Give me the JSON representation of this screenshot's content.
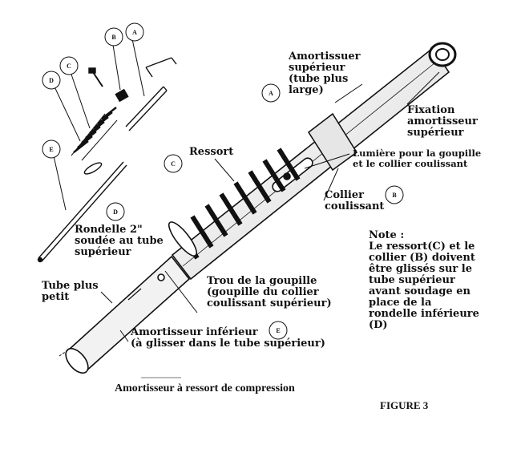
{
  "figure_label": "FIGURE 3",
  "caption": "Amortisseur à ressort de compression",
  "callouts": {
    "a": "A",
    "b": "B",
    "c": "C",
    "d": "D",
    "e": "E"
  },
  "labels": {
    "amortisseur_superieur": "Amortissuer\nsupérieur\n(tube plus\nlarge)",
    "fixation": "Fixation\namortisseur\nsupérieur",
    "ressort": "Ressort",
    "lumiere": "Lumière pour la goupille\net le collier coulissant",
    "collier": "Collier\ncoulissant",
    "rondelle": "Rondelle 2\"\nsoudée au tube\nsupérieur",
    "tube_petit": "Tube plus\npetit",
    "trou": "Trou de la goupille\n(goupille du collier\ncoulissant supérieur)",
    "amortisseur_inferieur": "Amortisseur inférieur\n(à glisser dans le tube supérieur)",
    "note": "Note :\nLe ressort(C) et le\ncollier (B) doivent\nêtre glissés sur le\ntube supérieur\navant soudage en\nplace de la\nrondelle inférieure\n(D)"
  }
}
